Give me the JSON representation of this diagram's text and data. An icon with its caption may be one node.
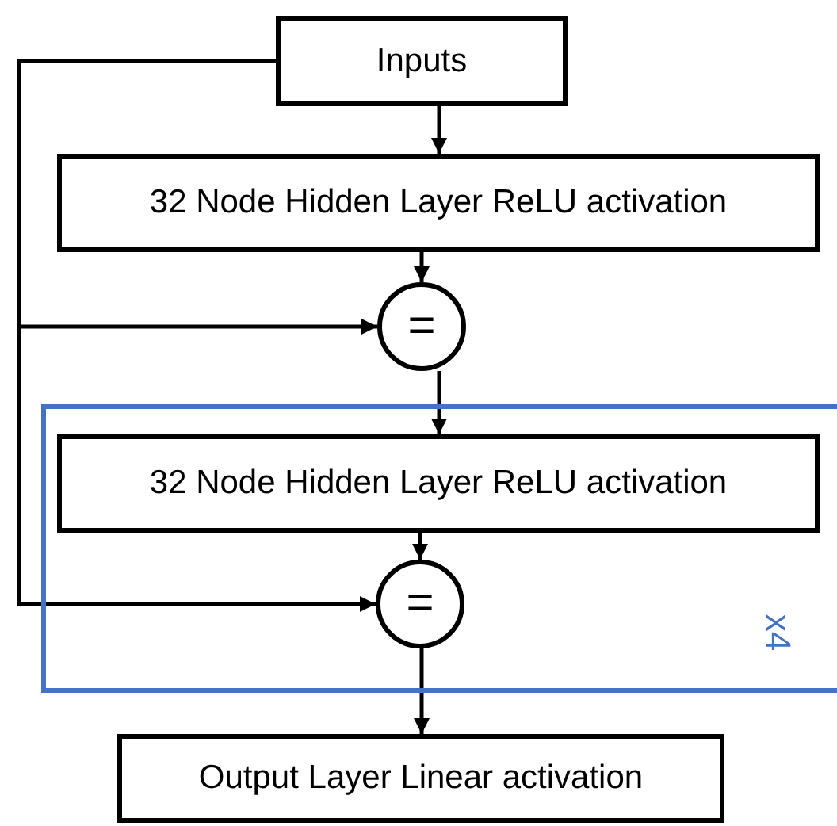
{
  "diagram": {
    "nodes": [
      {
        "text": [
          "Inputs"
        ]
      },
      {
        "text": [
          "32 Node Hidden Layer ReLU activation"
        ]
      },
      {
        "text": [
          "="
        ]
      },
      {
        "text": [
          "x4"
        ]
      },
      {
        "text": [
          "32 Node Hidden Layer ReLU activation"
        ],
        "in": 3
      },
      {
        "text": [
          "="
        ],
        "in": 3
      },
      {
        "text": [
          "Output Layer Linear activation"
        ]
      }
    ],
    "edges": [
      {
        "from": 0,
        "to": 1,
        "arrow": "to"
      },
      {
        "from": 1,
        "to": 2,
        "arrow": "to"
      },
      {
        "from": 0,
        "to": 2,
        "arrow": "to"
      },
      {
        "from": 2,
        "to": 4,
        "arrow": "to"
      },
      {
        "from": 4,
        "to": 5,
        "arrow": "to"
      },
      {
        "from": 0,
        "to": 5,
        "arrow": "to"
      },
      {
        "from": 5,
        "to": 6,
        "arrow": "to"
      }
    ]
  }
}
